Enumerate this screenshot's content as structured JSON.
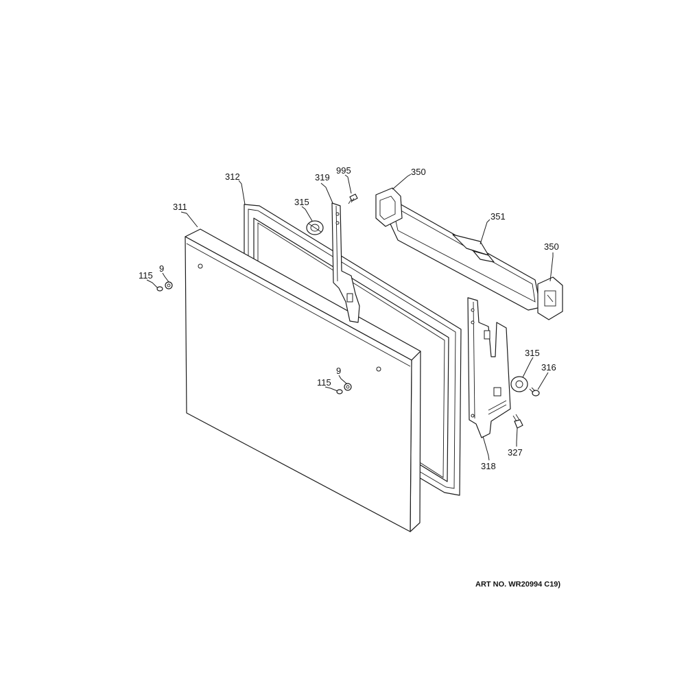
{
  "diagram": {
    "callouts": {
      "c311": "311",
      "c312": "312",
      "c319": "319",
      "c995": "995",
      "c350_top": "350",
      "c351": "351",
      "c350_right": "350",
      "c315_top": "315",
      "c9_left": "9",
      "c115_left": "115",
      "c9_center": "9",
      "c115_center": "115",
      "c315_right": "315",
      "c316": "316",
      "c327": "327",
      "c318": "318"
    },
    "art_number": "ART NO. WR20994 C19)"
  }
}
